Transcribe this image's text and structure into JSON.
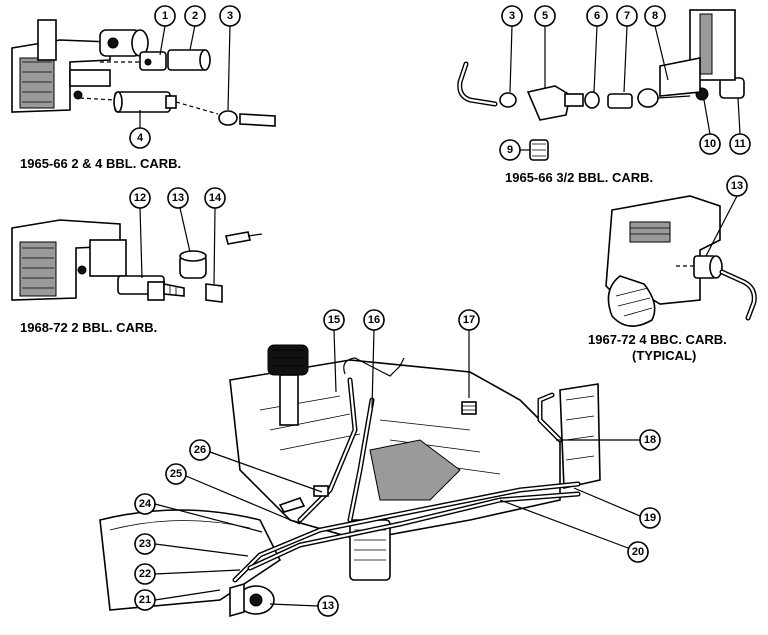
{
  "captions": {
    "c1": "1965-66 2 & 4 BBL. CARB.",
    "c2": "1965-66 3/2 BBL. CARB.",
    "c3": "1968-72 2 BBL. CARB.",
    "c4_line1": "1967-72 4 BBC. CARB.",
    "c4_line2": "(TYPICAL)"
  },
  "callouts": {
    "n1": "1",
    "n2": "2",
    "n3a": "3",
    "n4": "4",
    "n3b": "3",
    "n5": "5",
    "n6": "6",
    "n7": "7",
    "n8": "8",
    "n9": "9",
    "n10": "10",
    "n11": "11",
    "n12": "12",
    "n13a": "13",
    "n14": "14",
    "n13b": "13",
    "n15": "15",
    "n16": "16",
    "n17": "17",
    "n18": "18",
    "n19": "19",
    "n20": "20",
    "n21": "21",
    "n22": "22",
    "n23": "23",
    "n24": "24",
    "n25": "25",
    "n26": "26",
    "n13c": "13"
  }
}
